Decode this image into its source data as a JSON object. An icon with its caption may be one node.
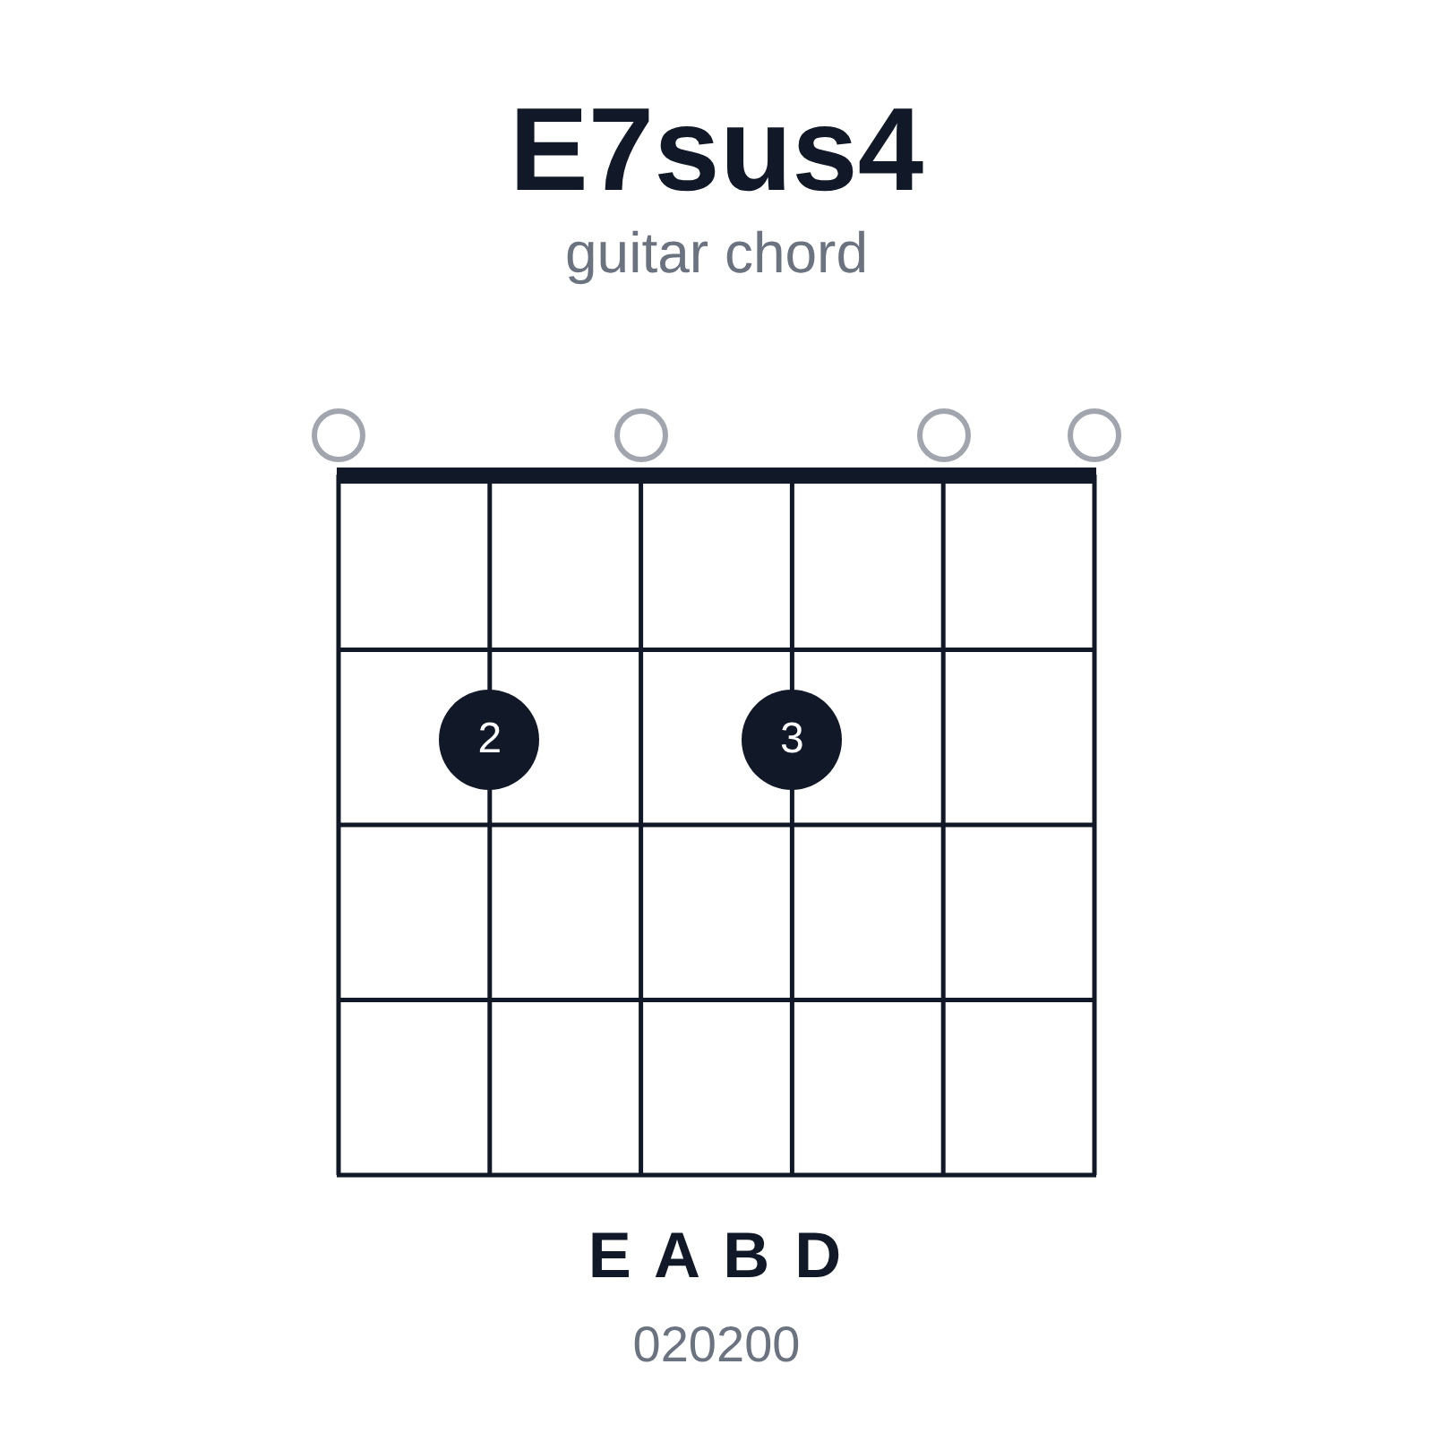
{
  "diagram": {
    "title": "E7sus4",
    "nodes": [
      {
        "text": [],
        "shape": "circle"
      },
      {
        "text": [],
        "shape": "circle"
      },
      {
        "text": [],
        "shape": "circle"
      },
      {
        "text": [],
        "shape": "circle"
      },
      {
        "text": [
          "2"
        ]
      },
      {
        "text": [
          "3"
        ]
      }
    ],
    "labels": [
      "guitar chord",
      "E A B D",
      "020200"
    ]
  }
}
